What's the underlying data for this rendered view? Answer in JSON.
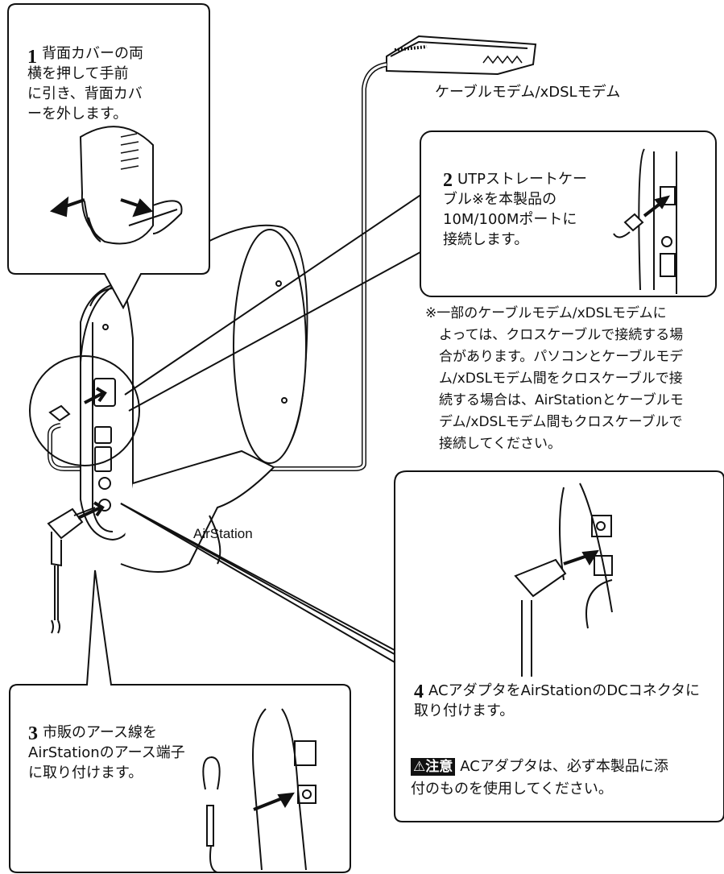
{
  "step1": {
    "number": "1",
    "text": "背面カバーの両\n横を押して手前\nに引き、背面カバ\nーを外します。"
  },
  "step2": {
    "number": "2",
    "text": "UTPストレートケー\nブル※を本製品の\n10M/100Mポートに\n接続します。"
  },
  "step3": {
    "number": "3",
    "text": "市販のアース線を\nAirStationのアース端子\nに取り付けます。"
  },
  "step4": {
    "number": "4",
    "text": "ACアダプタをAirStationのDCコネクタに\n取り付けます。",
    "caution_label": "⚠注意",
    "caution_text": "ACアダプタは、必ず本製品に添\n付のものを使用してください。"
  },
  "modem_label": "ケーブルモデム/xDSLモデム",
  "airstation_label": "AirStation",
  "footnote": "※一部のケーブルモデム/xDSLモデムに\n　よっては、クロスケーブルで接続する場\n　合があります。パソコンとケーブルモデ\n　ム/xDSLモデム間をクロスケーブルで接\n　続する場合は、AirStationとケーブルモ\n　デム/xDSLモデム間もクロスケーブルで\n　接続してください。"
}
